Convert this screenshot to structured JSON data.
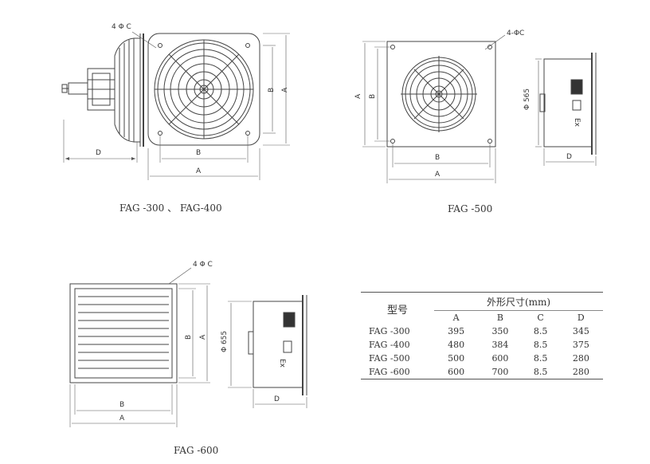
{
  "labels": {
    "hole_callout_1": "4  Φ C",
    "hole_callout_2": "4-ΦC",
    "hole_callout_3": "4  Φ C",
    "dim_A": "A",
    "dim_B": "B",
    "dim_D": "D",
    "phi_500": "Φ 565",
    "phi_600": "Φ 655",
    "ex_mark": "Ex"
  },
  "captions": {
    "fag300_400": "FAG -300 、 FAG-400",
    "fag500": "FAG -500",
    "fag600": "FAG -600"
  },
  "table": {
    "model_header": "型号",
    "group_header": "外形尺寸(mm)",
    "columns": [
      "A",
      "B",
      "C",
      "D"
    ],
    "rows": [
      {
        "model": "FAG -300",
        "A": "395",
        "B": "350",
        "C": "8.5",
        "D": "345"
      },
      {
        "model": "FAG -400",
        "A": "480",
        "B": "384",
        "C": "8.5",
        "D": "375"
      },
      {
        "model": "FAG -500",
        "A": "500",
        "B": "600",
        "C": "8.5",
        "D": "280"
      },
      {
        "model": "FAG -600",
        "A": "600",
        "B": "700",
        "C": "8.5",
        "D": "280"
      }
    ]
  },
  "colors": {
    "line": "#444444",
    "dim_line": "#555555"
  }
}
